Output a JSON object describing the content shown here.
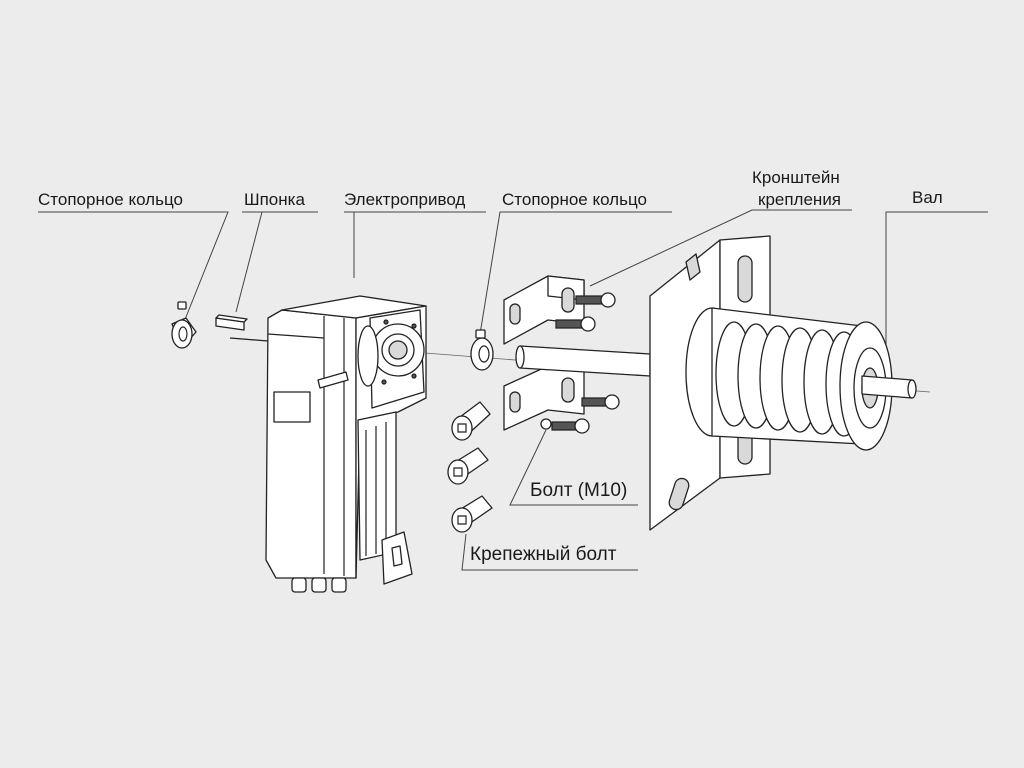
{
  "labels": {
    "retaining_ring_left": "Стопорное кольцо",
    "key": "Шпонка",
    "electric_drive": "Электропривод",
    "retaining_ring_right": "Стопорное кольцо",
    "mounting_bracket": "Кронштейн\nкрепления",
    "mounting_bracket_line1": "Кронштейн",
    "mounting_bracket_line2": "крепления",
    "shaft": "Вал",
    "bolt_m10": "Болт (M10)",
    "fastening_bolt": "Крепежный болт"
  }
}
